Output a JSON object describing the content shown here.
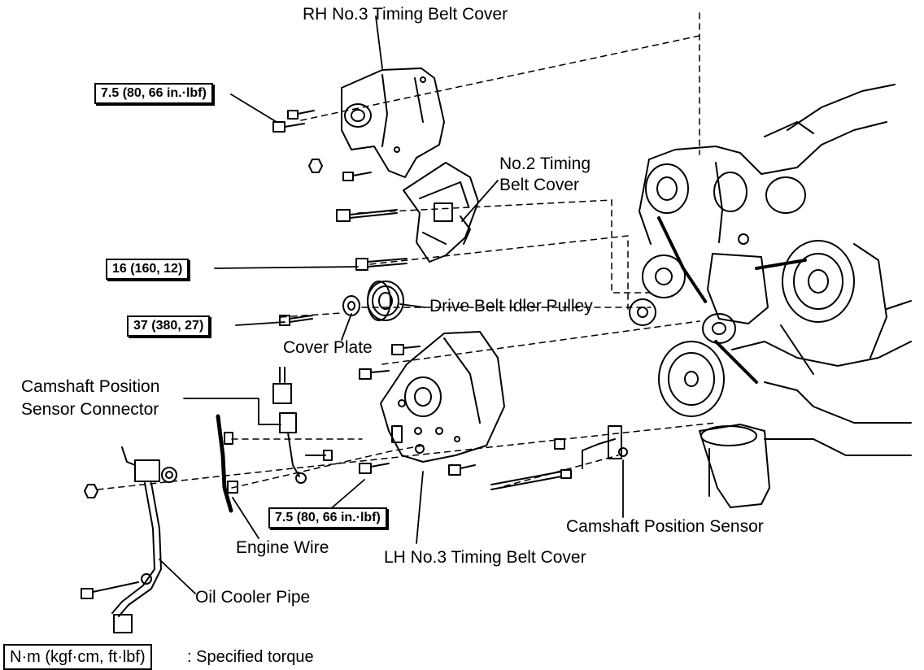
{
  "labels": {
    "rh_cover": "RH No.3 Timing Belt Cover",
    "no2_cover_line1": "No.2 Timing",
    "no2_cover_line2": "Belt Cover",
    "idler_pulley": "Drive Belt Idler Pulley",
    "cover_plate": "Cover Plate",
    "cam_connector_line1": "Camshaft Position",
    "cam_connector_line2": "Sensor Connector",
    "engine_wire": "Engine Wire",
    "oil_cooler_pipe": "Oil Cooler Pipe",
    "lh_cover": "LH No.3 Timing Belt Cover",
    "cam_sensor": "Camshaft Position Sensor"
  },
  "torques": {
    "rh_bolt": "7.5 (80, 66 in.·lbf)",
    "no2_bolt": "16 (160, 12)",
    "idler_bolt": "37 (380, 27)",
    "lh_bolt": "7.5 (80, 66 in.·lbf)"
  },
  "legend": {
    "unit": "N·m (kgf·cm, ft·lbf)",
    "text": ": Specified torque"
  }
}
